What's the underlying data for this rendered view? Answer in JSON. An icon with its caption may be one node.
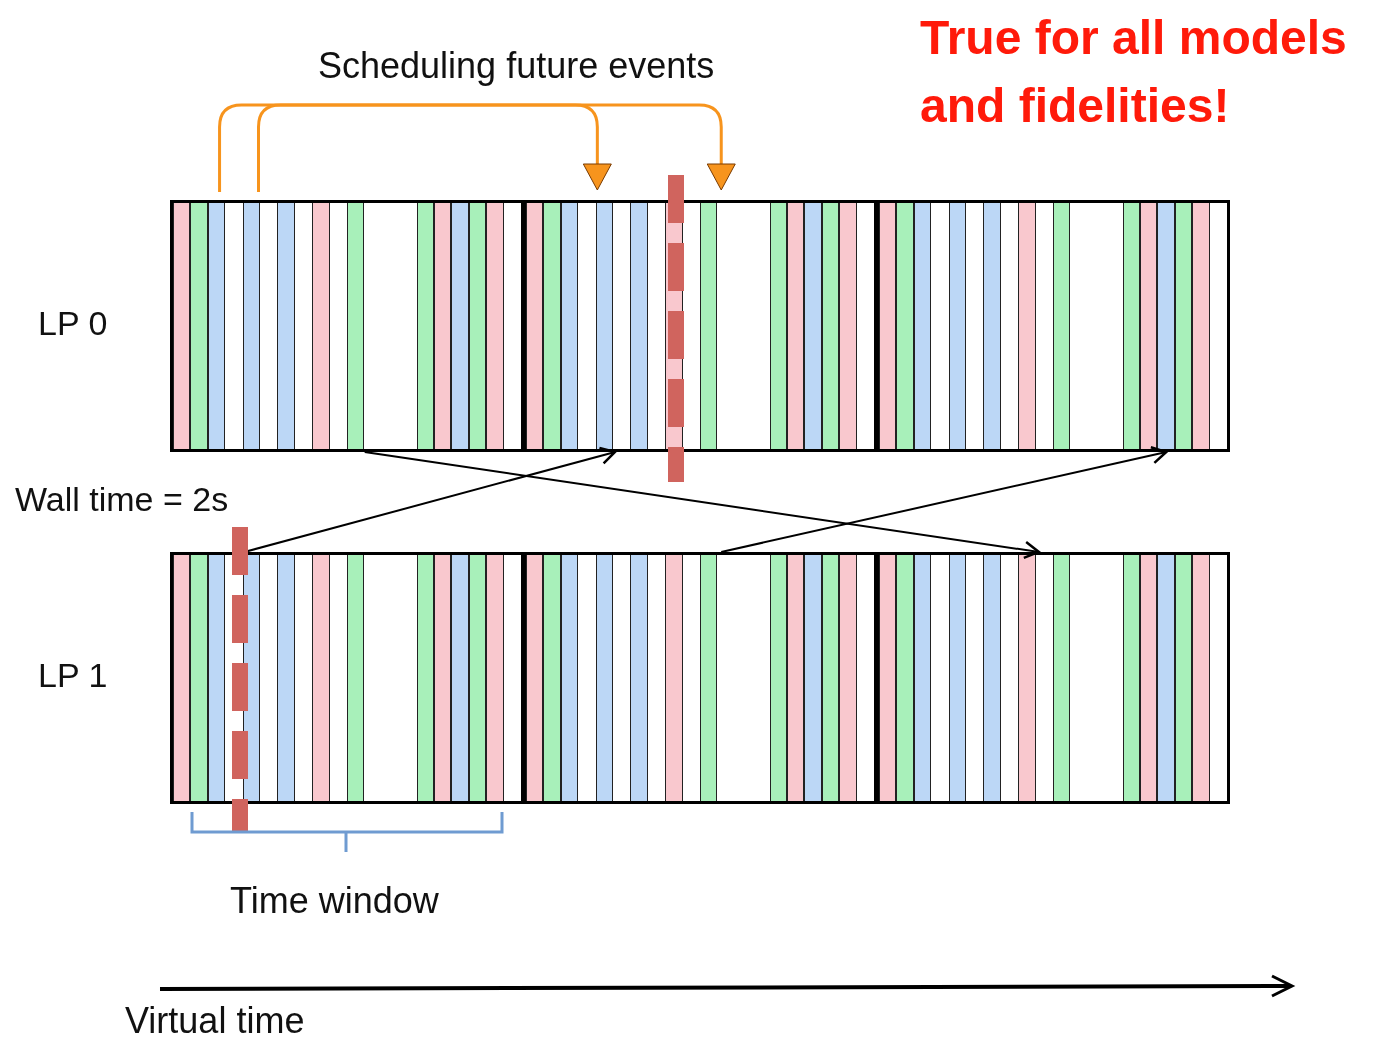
{
  "diagram": {
    "title": "True for all models and fidelities!",
    "nodes": [
      {
        "text": [
          "LP 0"
        ]
      },
      {
        "text": [],
        "shape": "box",
        "in": 0
      },
      {
        "text": [],
        "shape": "box",
        "in": 0
      },
      {
        "text": [],
        "shape": "box",
        "in": 0
      },
      {
        "text": [
          "LP 1"
        ]
      },
      {
        "text": [],
        "shape": "box",
        "in": 4
      },
      {
        "text": [],
        "shape": "box",
        "in": 4
      },
      {
        "text": [],
        "shape": "box",
        "in": 4
      }
    ],
    "edges": [
      {
        "from": 1,
        "to": 2,
        "arrow": "to",
        "color": "#f7941d"
      },
      {
        "from": 1,
        "to": 2,
        "arrow": "to",
        "color": "#f7941d"
      },
      {
        "from": 1,
        "to": 7,
        "arrow": "to"
      },
      {
        "from": 5,
        "to": 2,
        "arrow": "to"
      },
      {
        "from": 6,
        "to": 3,
        "arrow": "to"
      }
    ],
    "labels": [
      "Scheduling future events",
      "Wall time = 2s",
      "Time window",
      "Virtual time"
    ]
  }
}
